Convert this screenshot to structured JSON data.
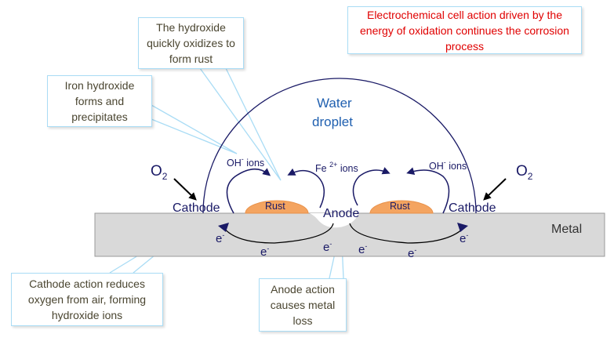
{
  "callouts": {
    "hydroxide_oxidizes": "The hydroxide quickly oxidizes to form rust",
    "iron_hydroxide": "Iron hydroxide forms and precipitates",
    "electrochemical": "Electrochemical cell action driven by the energy of oxidation continues the corrosion process",
    "cathode_action": "Cathode action reduces oxygen from air, forming hydroxide ions",
    "anode_action": "Anode action causes metal loss"
  },
  "labels": {
    "water": "Water",
    "droplet": "droplet",
    "o2_base": "O",
    "o2_sub": "2",
    "cathode": "Cathode",
    "anode": "Anode",
    "rust": "Rust",
    "metal": "Metal",
    "oh_ions_base": "OH",
    "ion_minus": "-",
    "ions": "ions",
    "fe_base": "Fe",
    "fe_charge": "2+",
    "electron": "e"
  },
  "colors": {
    "metal": "#d9d9d9",
    "rust": "#f4a460",
    "droplet_outline": "#1a1a66",
    "callout_border": "#a9dcf5",
    "red_text": "#e00000",
    "water_text": "#2060b0"
  }
}
